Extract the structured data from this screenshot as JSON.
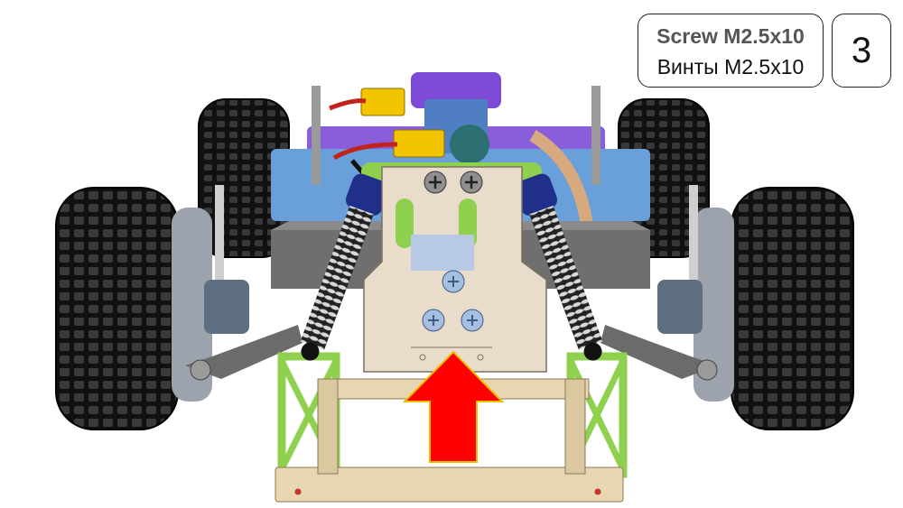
{
  "callout": {
    "line1": "Screw M2.5x10",
    "line2": "Винты M2.5x10"
  },
  "step": {
    "number": "3"
  },
  "colors": {
    "tire": "#1c1c1c",
    "chassis_frame_green": "#8fd14f",
    "bumper_tan": "#e8d6b2",
    "mount_beige": "#e9dccb",
    "arrow_red": "#ff0000",
    "arrow_outline": "#e8c000",
    "purple_parts": "#7d4bd6",
    "blue_parts": "#6aa0d9",
    "connector_yellow": "#f2c400",
    "plate_grey": "#6f6f6f"
  },
  "icons": {
    "arrow": "up-arrow-icon",
    "screw_head": "phillips-screw-icon"
  }
}
